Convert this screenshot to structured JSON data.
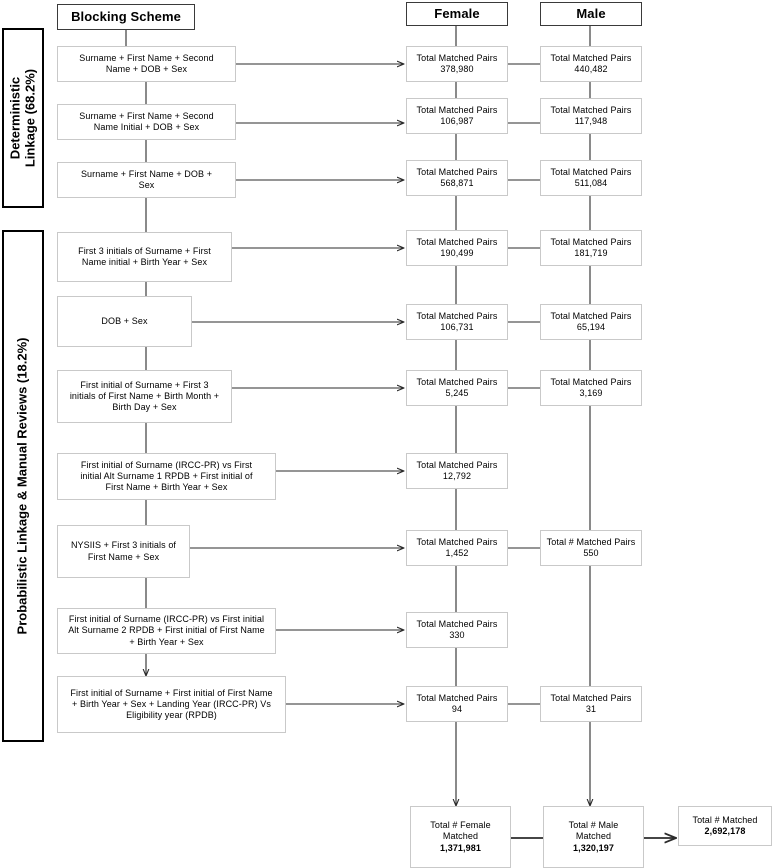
{
  "headers": {
    "blocking_scheme": "Blocking Scheme",
    "female": "Female",
    "male": "Male"
  },
  "categories": [
    {
      "name": "deterministic",
      "label_lines": [
        "Deterministic",
        "Linkage (68.2%)"
      ]
    },
    {
      "name": "probabilistic",
      "label_lines": [
        "Probabilistic Linkage & Manual Reviews (18.2%)"
      ]
    }
  ],
  "rows": [
    {
      "scheme_lines": [
        "Surname + First Name + Second",
        "Name + DOB + Sex"
      ],
      "female": {
        "label": "Total Matched Pairs",
        "value": "378,980"
      },
      "male": {
        "label": "Total Matched Pairs",
        "value": "440,482"
      }
    },
    {
      "scheme_lines": [
        "Surname + First Name + Second",
        "Name Initial + DOB + Sex"
      ],
      "female": {
        "label": "Total Matched Pairs",
        "value": "106,987"
      },
      "male": {
        "label": "Total Matched Pairs",
        "value": "117,948"
      }
    },
    {
      "scheme_lines": [
        "Surname + First Name + DOB +",
        "Sex"
      ],
      "female": {
        "label": "Total Matched Pairs",
        "value": "568,871"
      },
      "male": {
        "label": "Total Matched Pairs",
        "value": "511,084"
      }
    },
    {
      "scheme_lines": [
        "First 3 initials of Surname + First",
        "Name initial + Birth Year + Sex"
      ],
      "female": {
        "label": "Total Matched Pairs",
        "value": "190,499"
      },
      "male": {
        "label": "Total Matched Pairs",
        "value": "181,719"
      }
    },
    {
      "scheme_lines": [
        "DOB + Sex"
      ],
      "female": {
        "label": "Total Matched Pairs",
        "value": "106,731"
      },
      "male": {
        "label": "Total Matched Pairs",
        "value": "65,194"
      }
    },
    {
      "scheme_lines": [
        "First initial of Surname + First 3",
        "initials of First Name + Birth Month +",
        "Birth Day + Sex"
      ],
      "female": {
        "label": "Total Matched Pairs",
        "value": "5,245"
      },
      "male": {
        "label": "Total Matched Pairs",
        "value": "3,169"
      }
    },
    {
      "scheme_lines": [
        "First initial of Surname (IRCC-PR) vs First",
        "initial Alt  Surname 1 RPDB + First initial of",
        "First Name + Birth Year + Sex"
      ],
      "female": {
        "label": "Total Matched Pairs",
        "value": "12,792"
      },
      "male": null
    },
    {
      "scheme_lines": [
        "NYSIIS + First 3 initials of",
        "First Name + Sex"
      ],
      "female": {
        "label": "Total Matched Pairs",
        "value": "1,452"
      },
      "male": {
        "label": "Total # Matched Pairs",
        "value": "550"
      }
    },
    {
      "scheme_lines": [
        "First initial of Surname (IRCC-PR) vs First initial",
        "Alt Surname 2 RPDB + First initial of First Name",
        "+ Birth Year + Sex"
      ],
      "female": {
        "label": "Total Matched Pairs",
        "value": "330"
      },
      "male": null
    },
    {
      "scheme_lines": [
        "First initial of Surname + First initial of First Name",
        "+ Birth Year + Sex + Landing Year (IRCC-PR) Vs",
        "Eligibility year (RPDB)"
      ],
      "female": {
        "label": "Total Matched Pairs",
        "value": "94"
      },
      "male": {
        "label": "Total Matched Pairs",
        "value": "31"
      }
    }
  ],
  "totals": {
    "female": {
      "label_lines": [
        "Total # Female",
        "Matched"
      ],
      "value": "1,371,981"
    },
    "male": {
      "label_lines": [
        "Total # Male",
        "Matched"
      ],
      "value": "1,320,197"
    },
    "overall": {
      "label_lines": [
        "Total # Matched"
      ],
      "value": "2,692,178"
    }
  },
  "colors": {
    "box_border": "#c9c9c9",
    "header_border": "#3a3a3a",
    "side_border": "#000000",
    "wire": "#2b2b2b",
    "background": "#ffffff"
  }
}
